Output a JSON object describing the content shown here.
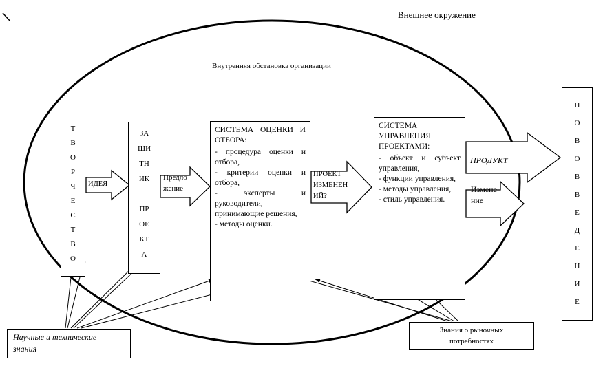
{
  "labels": {
    "external": "Внешнее окружение",
    "internal": "Внутренняя обстановка организации"
  },
  "nodes": {
    "creativity": {
      "lines": [
        "Т",
        "В",
        "О",
        "Р",
        "Ч",
        "Е",
        "С",
        "Т",
        "В",
        "О"
      ]
    },
    "champion": {
      "lines": [
        "ЗА",
        "ЩИ",
        "ТН",
        "ИК",
        "",
        "ПР",
        "ОЕ",
        "КТ",
        "А"
      ]
    },
    "evaluation": {
      "title": "СИСТЕМА ОЦЕНКИ И ОТБОРА:",
      "items": [
        "- процедура оценки и отбора,",
        "- критерии оценки и отбора,",
        "- эксперты и руководители, принимающие решения,",
        "- методы оценки."
      ]
    },
    "management": {
      "title": "СИСТЕМА УПРАВЛЕНИЯ ПРОЕКТАМИ:",
      "items": [
        "- объект и субъект управления,",
        "- функции управления,",
        "- методы управления,",
        "- стиль управления."
      ]
    },
    "innovation": {
      "lines": [
        "Н",
        "О",
        "В",
        "О",
        "В",
        "В",
        "Е",
        "Д",
        "Е",
        "Н",
        "И",
        "Е"
      ]
    }
  },
  "flows": {
    "idea": "ИДЕЯ",
    "proposal": {
      "lines": [
        "Предло",
        "жение"
      ]
    },
    "project": {
      "lines": [
        "ПРОЕКТ",
        "ИЗМЕНЕН",
        "ИЙ?"
      ]
    },
    "product": "ПРОДУКТ",
    "change": {
      "lines": [
        "Измене",
        "ние"
      ]
    }
  },
  "knowledge": {
    "scientific": {
      "lines": [
        "Научные и технические",
        "знания"
      ]
    },
    "market": {
      "lines": [
        "Знания о рыночных",
        "потребностях"
      ]
    }
  },
  "colors": {
    "ink": "#000000",
    "paper": "#ffffff"
  }
}
